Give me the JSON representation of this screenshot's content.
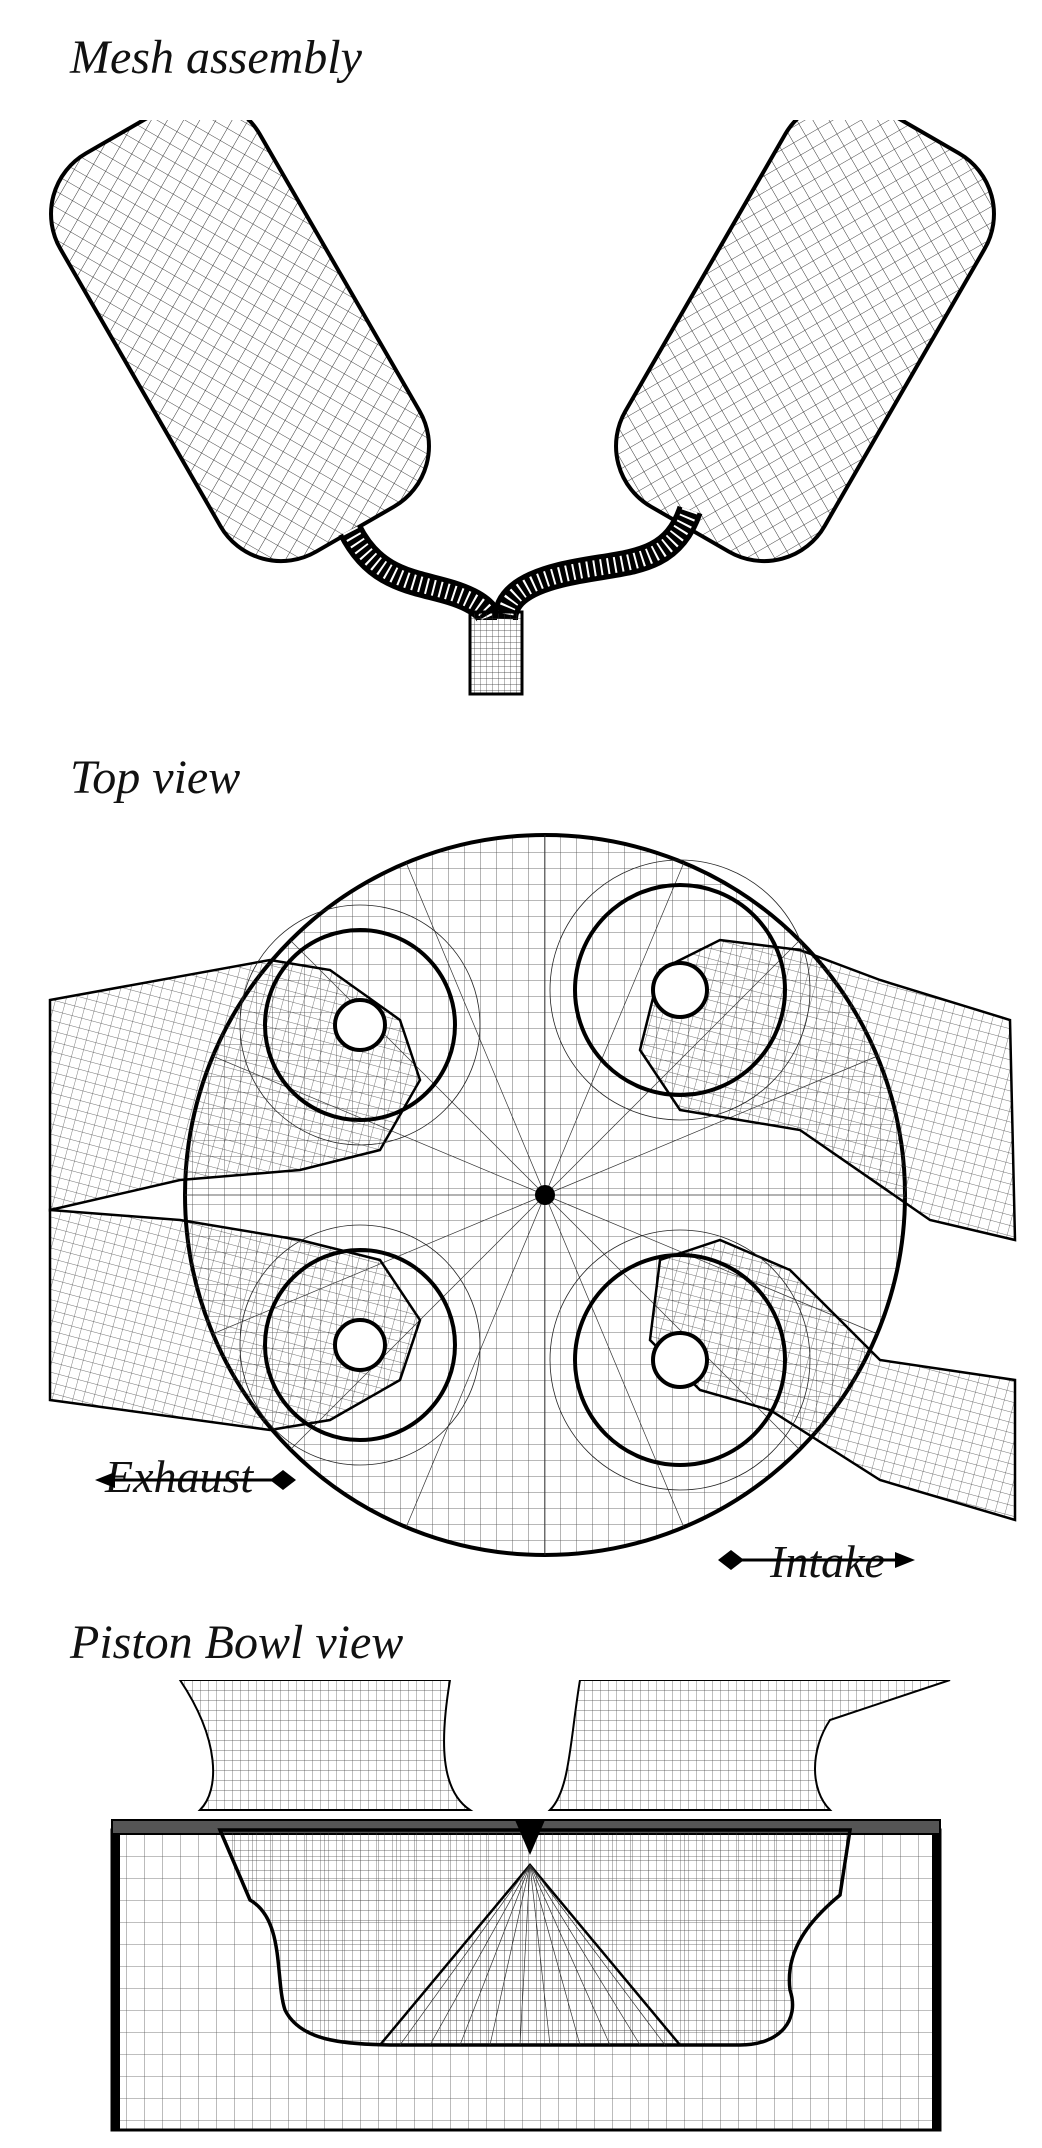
{
  "section_titles": {
    "mesh_assembly": "Mesh assembly",
    "top_view": "Top view",
    "piston_bowl_view": "Piston Bowl view"
  },
  "flow_labels": {
    "exhaust": "Exhaust",
    "intake": "Intake"
  },
  "colors": {
    "line": "#222222",
    "outline": "#000000",
    "background": "#ffffff"
  }
}
